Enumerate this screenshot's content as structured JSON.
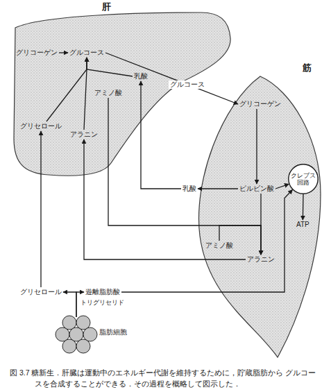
{
  "diagram": {
    "caption": "図 3.7 糖新生．肝臓は運動中のエネルギー代謝を維持するために，貯蔵脂肪から グルコースを合成することができる．その過程を概略して図示した．",
    "nodes": [
      {
        "text": [
          "肝"
        ]
      },
      {
        "text": [
          "グリコーゲン"
        ],
        "in": 0
      },
      {
        "text": [
          "グルコース"
        ],
        "in": 0
      },
      {
        "text": [
          "乳酸"
        ],
        "in": 0
      },
      {
        "text": [
          "アミノ酸"
        ],
        "in": 0
      },
      {
        "text": [
          "グリセロール"
        ],
        "in": 0
      },
      {
        "text": [
          "アラニン"
        ],
        "in": 0
      },
      {
        "text": [
          "筋"
        ]
      },
      {
        "text": [
          "グリコーゲン"
        ],
        "in": 7
      },
      {
        "text": [
          "ピルビン酸"
        ],
        "in": 7
      },
      {
        "text": [
          "クレブス 回路"
        ],
        "in": 7
      },
      {
        "text": [
          "ATP"
        ],
        "in": 7
      },
      {
        "text": [
          "乳酸"
        ]
      },
      {
        "text": [
          "アミノ酸"
        ],
        "in": 7
      },
      {
        "text": [
          "アラニン"
        ],
        "in": 7
      },
      {
        "text": [
          "グリセロール"
        ]
      },
      {
        "text": [
          "遊離脂肪酸"
        ]
      },
      {
        "text": [
          "脂肪細胞"
        ]
      }
    ],
    "edges": [
      {
        "from": 1,
        "to": 2,
        "arrow": "to"
      },
      {
        "from": 5,
        "to": 2,
        "arrow": "to"
      },
      {
        "from": 6,
        "to": 2,
        "arrow": "to"
      },
      {
        "from": 3,
        "to": 2,
        "arrow": "to"
      },
      {
        "from": 2,
        "to": 8,
        "label": "グルコース",
        "arrow": "to"
      },
      {
        "from": 8,
        "to": 9,
        "arrow": "to"
      },
      {
        "from": 9,
        "to": 12,
        "arrow": "to"
      },
      {
        "from": 12,
        "to": 3,
        "arrow": "to"
      },
      {
        "from": 9,
        "to": 10,
        "arrow": "to"
      },
      {
        "from": 10,
        "to": 11,
        "arrow": "to"
      },
      {
        "from": 9,
        "to": 14,
        "arrow": "to"
      },
      {
        "from": 4,
        "to": 14,
        "arrow": "to"
      },
      {
        "from": 13,
        "to": 14,
        "arrow": "to"
      },
      {
        "from": 14,
        "to": 6,
        "arrow": "to"
      },
      {
        "from": 17,
        "to": 15,
        "arrow": "to"
      },
      {
        "from": 17,
        "to": 16,
        "arrow": "to"
      },
      {
        "from": 15,
        "to": 5,
        "arrow": "to"
      },
      {
        "from": 16,
        "to": 10,
        "arrow": "to"
      }
    ],
    "labels": [
      "トリグリセリド"
    ]
  }
}
